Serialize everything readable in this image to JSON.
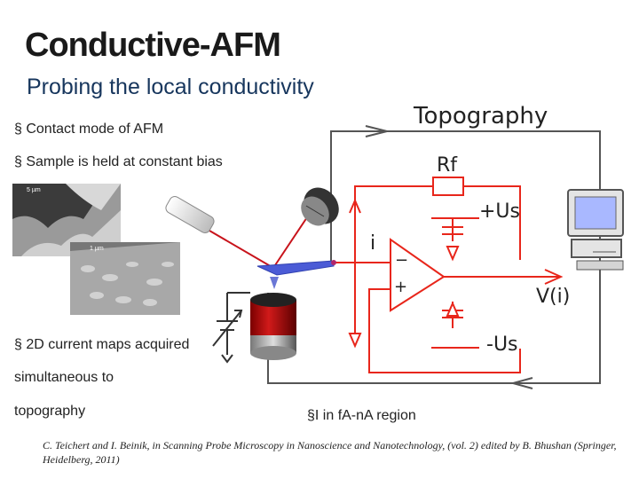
{
  "title": "Conductive-AFM",
  "subtitle": "Probing the local conductivity",
  "bullets": [
    "§ Contact mode of AFM",
    "§ Sample is held at constant bias",
    "§ 2D current maps acquired"
  ],
  "continuation": [
    "simultaneous to",
    "topography"
  ],
  "bullet_range": "§I in fA-nA region",
  "citation": "C. Teichert and I. Beinik, in  Scanning Probe Microscopy in Nanoscience and Nanotechnology, (vol. 2) edited by B. Bhushan (Springer, Heidelberg, 2011)",
  "diagram": {
    "topography_label": "Topography",
    "rf_label": "Rf",
    "us_plus_label": "+Us",
    "us_minus_label": "-Us",
    "i_label": "i",
    "vi_label": "V(i)",
    "minus_sign": "−",
    "plus_sign": "+",
    "sem_scale_1": "5 µm",
    "sem_scale_2": "1 µm",
    "colors": {
      "circuit": "#e8261b",
      "wire": "#555555",
      "screen": "#a9b8ff"
    }
  }
}
